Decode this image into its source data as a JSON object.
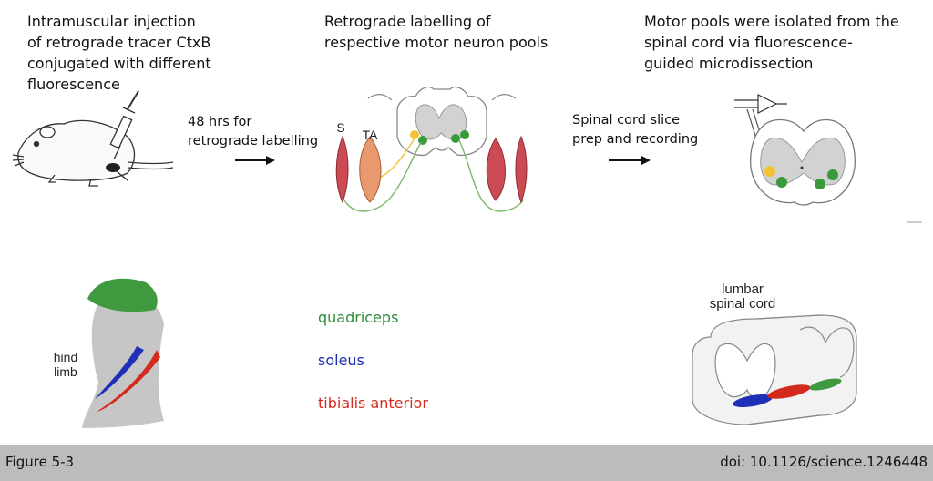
{
  "step1": {
    "lines": [
      "Intramuscular injection",
      "of retrograde tracer CtxB",
      "conjugated with different",
      "fluorescence"
    ]
  },
  "arrow1": {
    "lines": [
      "48 hrs for",
      "retrograde labelling"
    ]
  },
  "step2": {
    "lines": [
      "Retrograde labelling of",
      "respective motor neuron pools"
    ]
  },
  "arrow2": {
    "lines": [
      "Spinal cord slice",
      "prep and recording"
    ]
  },
  "step3": {
    "lines": [
      "Motor pools were isolated from the",
      "spinal cord via fluorescence-",
      "guided microdissection"
    ]
  },
  "muscle_labels": {
    "s": "S",
    "ta": "TA"
  },
  "hindlimb_label": [
    "hind",
    "limb"
  ],
  "spinal_label": [
    "lumbar",
    "spinal cord"
  ],
  "legend": [
    {
      "label": "quadriceps",
      "color": "#2e8b3a"
    },
    {
      "label": "soleus",
      "color": "#1f2fb8"
    },
    {
      "label": "tibialis anterior",
      "color": "#d42a1e"
    }
  ],
  "footer": {
    "left": "Figure 5-3",
    "right": "doi: 10.1126/science.1246448"
  }
}
